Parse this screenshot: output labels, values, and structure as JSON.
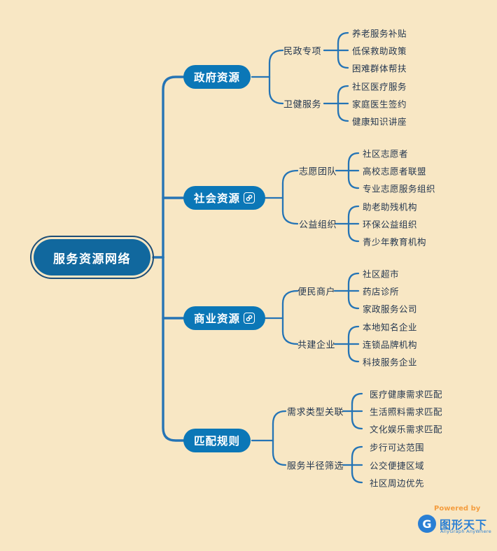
{
  "colors": {
    "background": "#f8e7c4",
    "root_fill": "#11689e",
    "root_ring": "#1d4e77",
    "branch_fill": "#0b77b7",
    "connector_line": "#2574b5",
    "text_dark": "#243750",
    "text_light": "#ffffff",
    "watermark_orange": "#f49d3f",
    "watermark_blue": "#2a7fd4"
  },
  "root": {
    "label": "服务资源网络"
  },
  "branches": [
    {
      "label": "政府资源",
      "children": [
        {
          "label": "民政专项",
          "leaves": [
            "养老服务补贴",
            "低保救助政策",
            "困难群体帮扶"
          ]
        },
        {
          "label": "卫健服务",
          "leaves": [
            "社区医疗服务",
            "家庭医生签约",
            "健康知识讲座"
          ]
        }
      ]
    },
    {
      "label": "社会资源",
      "icon": "link-icon",
      "children": [
        {
          "label": "志愿团队",
          "leaves": [
            "社区志愿者",
            "高校志愿者联盟",
            "专业志愿服务组织"
          ]
        },
        {
          "label": "公益组织",
          "leaves": [
            "助老助残机构",
            "环保公益组织",
            "青少年教育机构"
          ]
        }
      ]
    },
    {
      "label": "商业资源",
      "icon": "link-icon",
      "children": [
        {
          "label": "便民商户",
          "leaves": [
            "社区超市",
            "药店诊所",
            "家政服务公司"
          ]
        },
        {
          "label": "共建企业",
          "leaves": [
            "本地知名企业",
            "连锁品牌机构",
            "科技服务企业"
          ]
        }
      ]
    },
    {
      "label": "匹配规则",
      "children": [
        {
          "label": "需求类型关联",
          "leaves": [
            "医疗健康需求匹配",
            "生活照料需求匹配",
            "文化娱乐需求匹配"
          ]
        },
        {
          "label": "服务半径筛选",
          "leaves": [
            "步行可达范围",
            "公交便捷区域",
            "社区周边优先"
          ]
        }
      ]
    }
  ],
  "watermark": {
    "powered_by": "Powered by",
    "logo_letter": "G",
    "brand": "图形天下",
    "tagline": "AnyGraph AnyWhere"
  }
}
